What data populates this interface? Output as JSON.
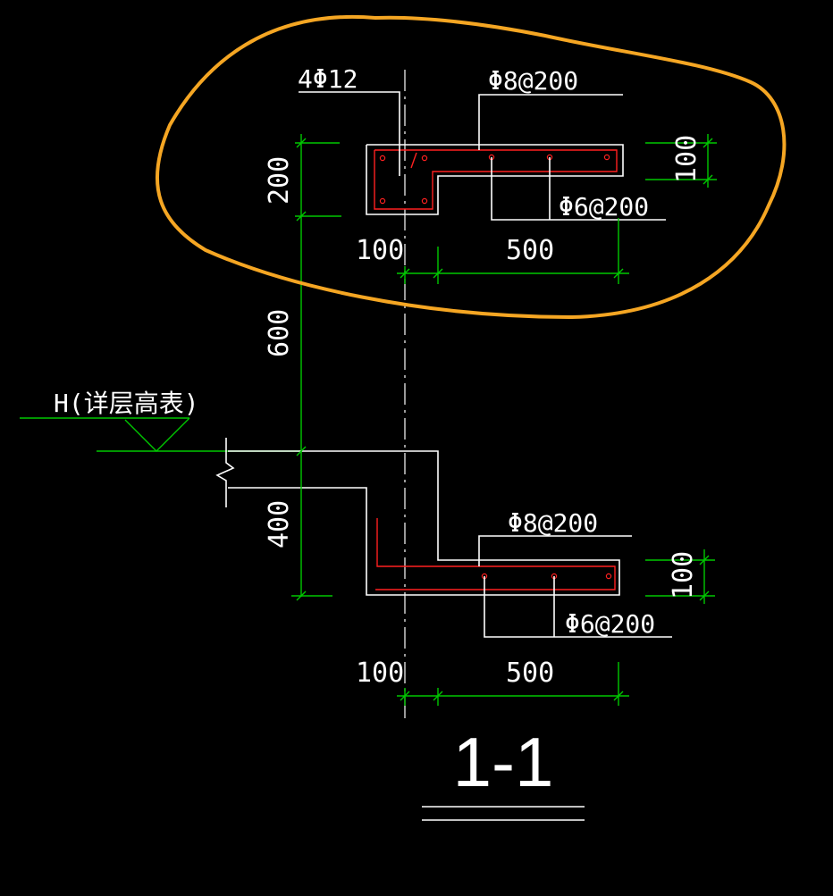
{
  "drawing": {
    "section_title": "1-1",
    "elevation_label": "H(详层高表)",
    "colors": {
      "background": "#000000",
      "outline": "#ffffff",
      "dimension": "#00c800",
      "rebar": "#ff2020",
      "highlight": "#f5a623"
    },
    "upper": {
      "main_bar": "4Φ12",
      "top_bar": "Φ8@200",
      "dist_bar": "Φ6@200",
      "dim_height": "200",
      "dim_slab": "100",
      "dim_col": "100",
      "dim_cant": "500"
    },
    "middle": {
      "dim_height": "600"
    },
    "lower": {
      "top_bar": "Φ8@200",
      "dist_bar": "Φ6@200",
      "dim_height": "400",
      "dim_slab": "100",
      "dim_col": "100",
      "dim_cant": "500"
    }
  }
}
